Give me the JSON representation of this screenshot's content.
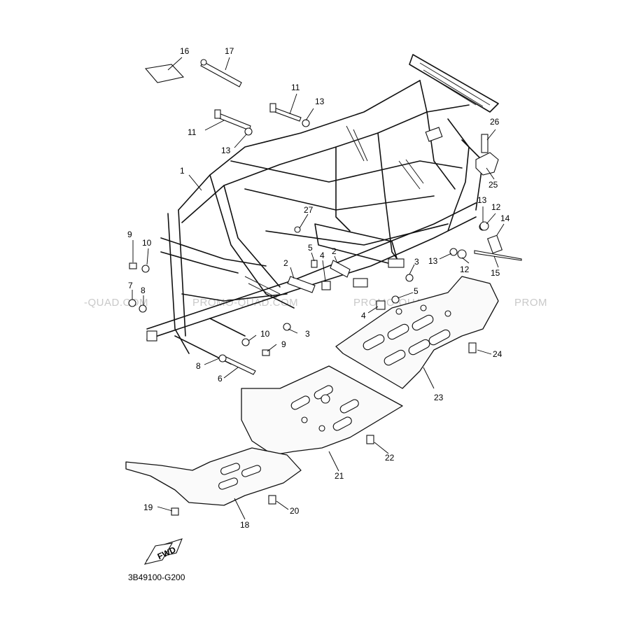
{
  "diagram": {
    "callouts": {
      "c1": "1",
      "c2a": "2",
      "c2b": "2",
      "c3a": "3",
      "c3b": "3",
      "c4a": "4",
      "c4b": "4",
      "c5a": "5",
      "c5b": "5",
      "c6": "6",
      "c7": "7",
      "c8a": "8",
      "c8b": "8",
      "c9a": "9",
      "c9b": "9",
      "c10a": "10",
      "c10b": "10",
      "c11a": "11",
      "c11b": "11",
      "c12a": "12",
      "c12b": "12",
      "c13a": "13",
      "c13b": "13",
      "c13c": "13",
      "c13d": "13",
      "c14": "14",
      "c15": "15",
      "c16": "16",
      "c17": "17",
      "c18": "18",
      "c19": "19",
      "c20": "20",
      "c21": "21",
      "c22": "22",
      "c23": "23",
      "c24": "24",
      "c25": "25",
      "c26": "26",
      "c27": "27"
    },
    "fwd_label": "FWD",
    "code": "3B49100-G200",
    "watermark": "PROMO-QUAD.COM"
  }
}
